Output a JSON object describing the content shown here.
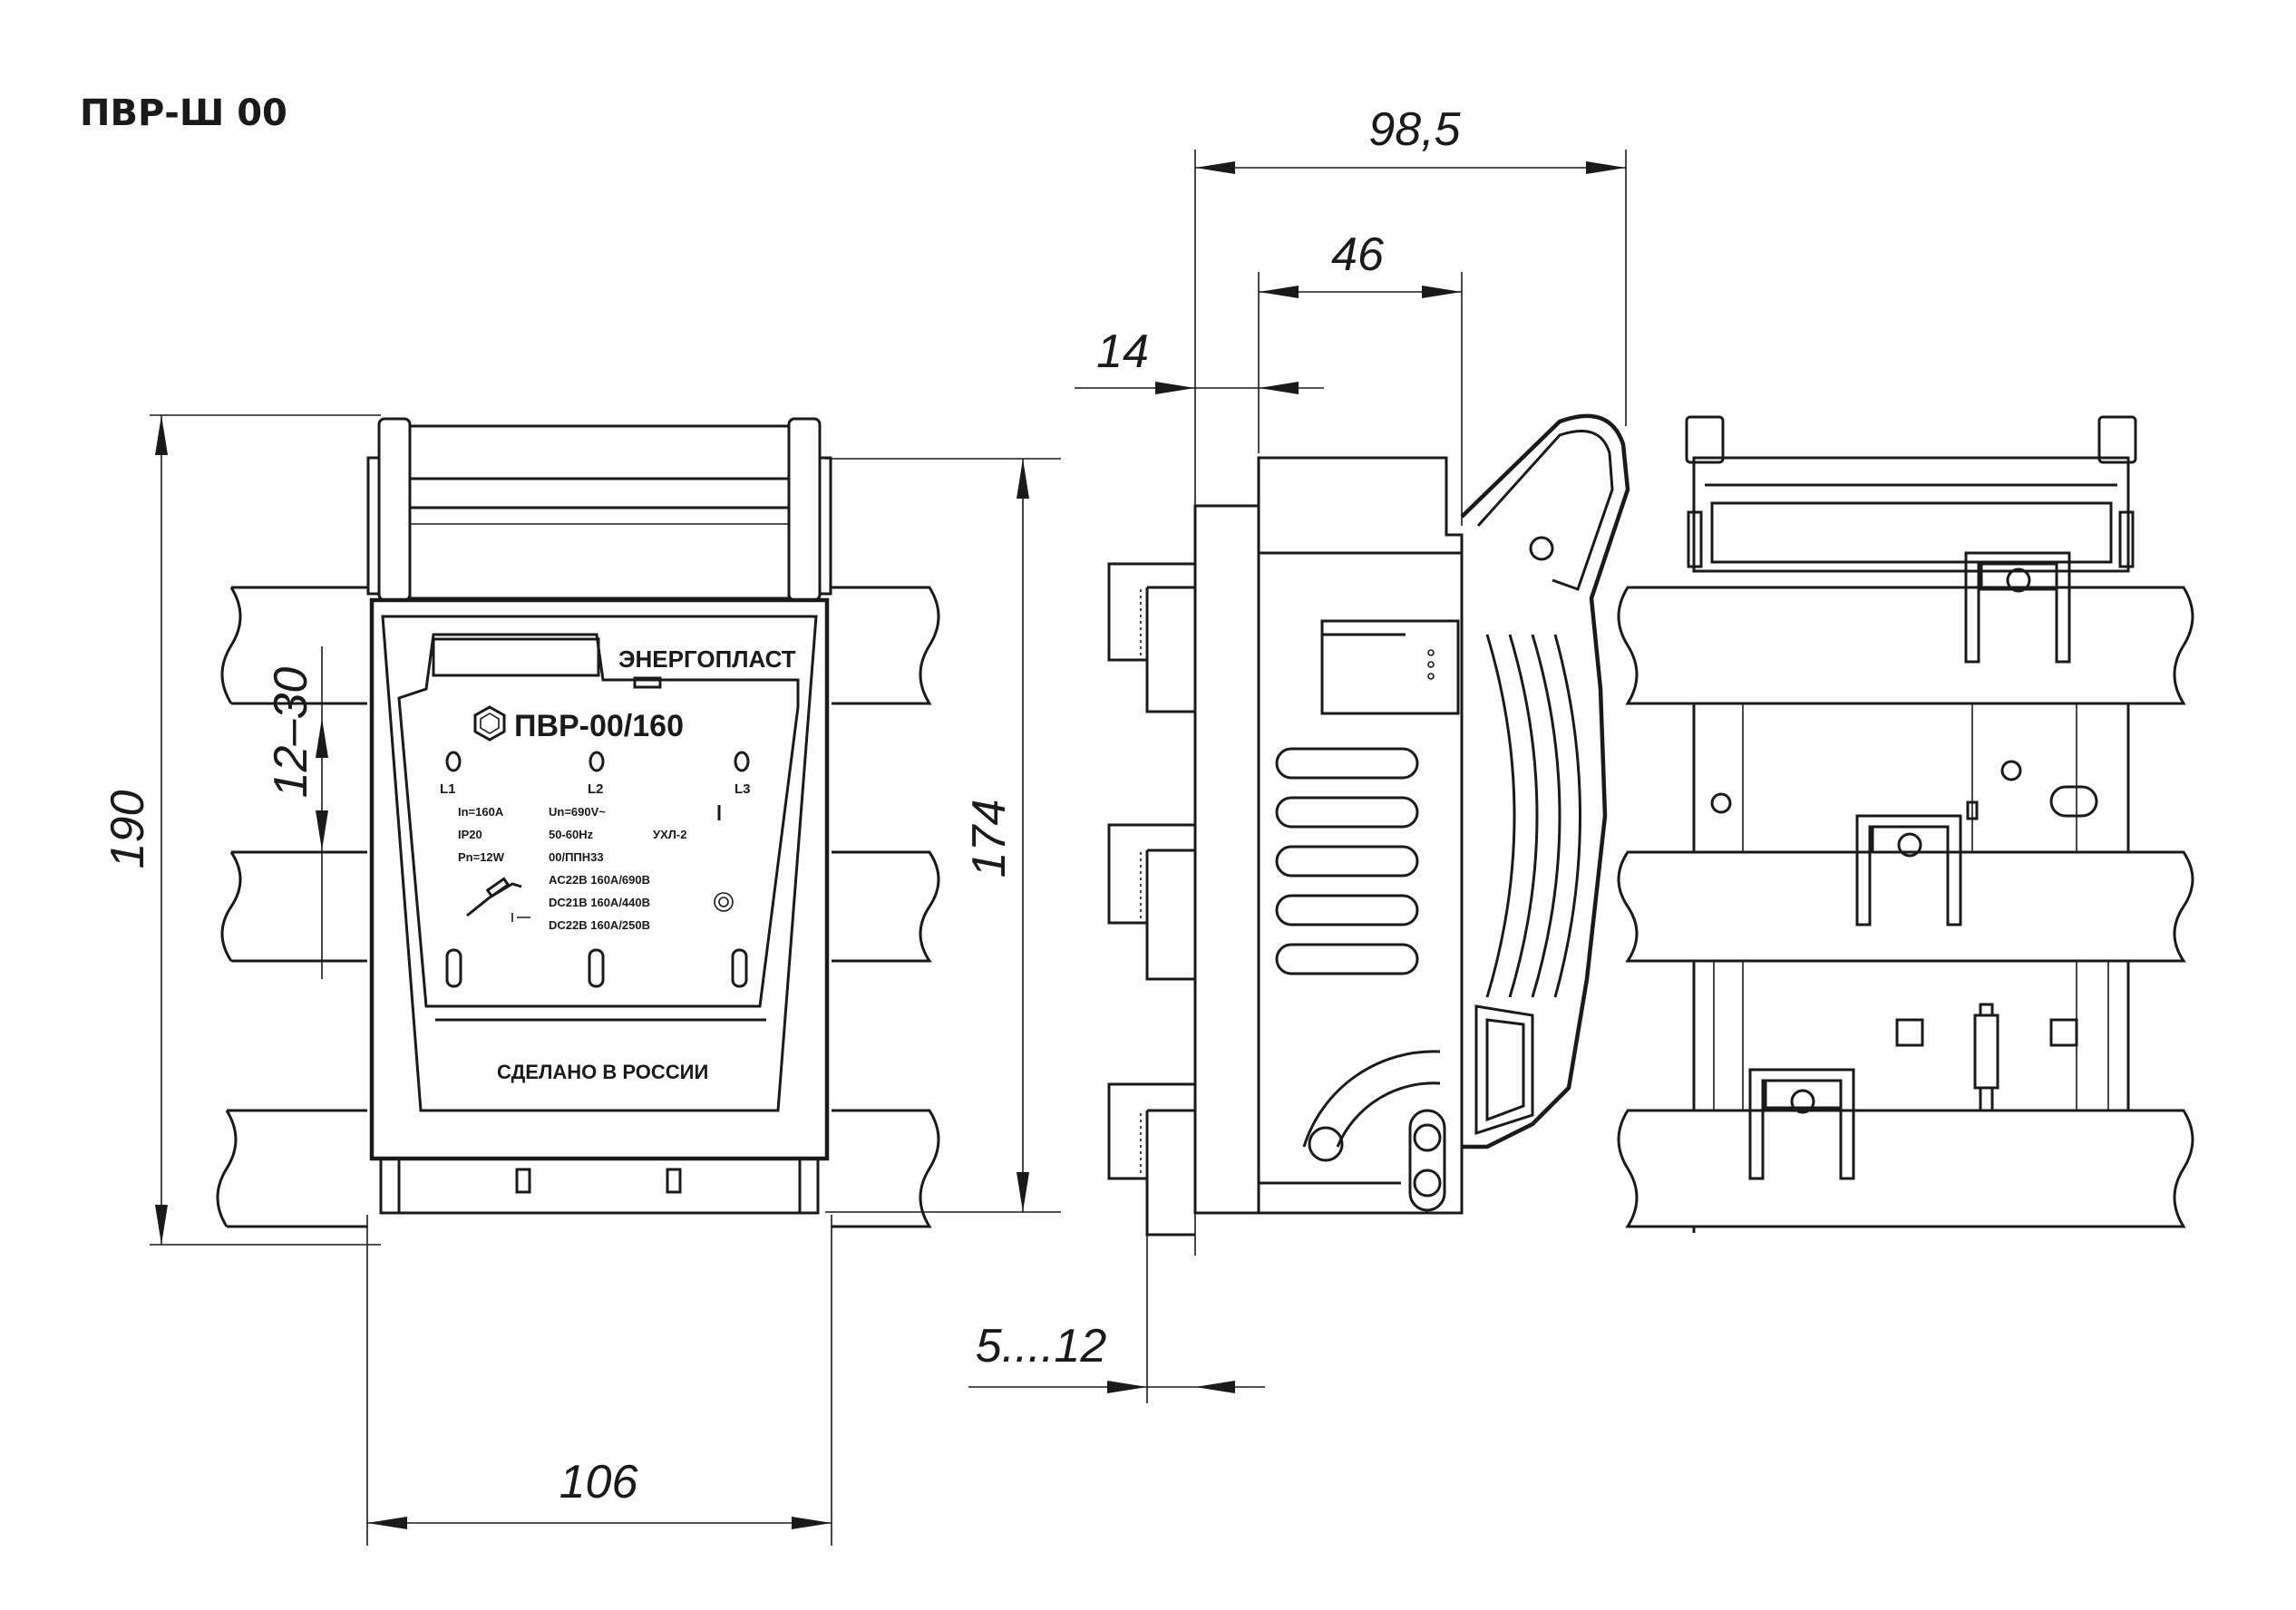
{
  "title": "ПВР-Ш 00",
  "dimensions": {
    "d98": "98,5",
    "d46": "46",
    "d14": "14",
    "d190": "190",
    "d174": "174",
    "d12_30": "12–30",
    "d106": "106",
    "d5_12": "5....12"
  },
  "front_label": {
    "brand": "ЭНЕРГОПЛАСТ",
    "model": "ПВР-00/160",
    "poles": [
      "L1",
      "L2",
      "L3"
    ],
    "rating_left": [
      "In=160A",
      "IP20",
      "Pn=12W"
    ],
    "rating_center": [
      "Un=690V~",
      "50-60Hz",
      "00/ППН33",
      "AC22B 160A/690B",
      "DC21B 160A/440B",
      "DC22B 160A/250B"
    ],
    "climate": "УХЛ-2",
    "position_mark": "I",
    "made_in": "СДЕЛАНО В РОССИИ"
  }
}
